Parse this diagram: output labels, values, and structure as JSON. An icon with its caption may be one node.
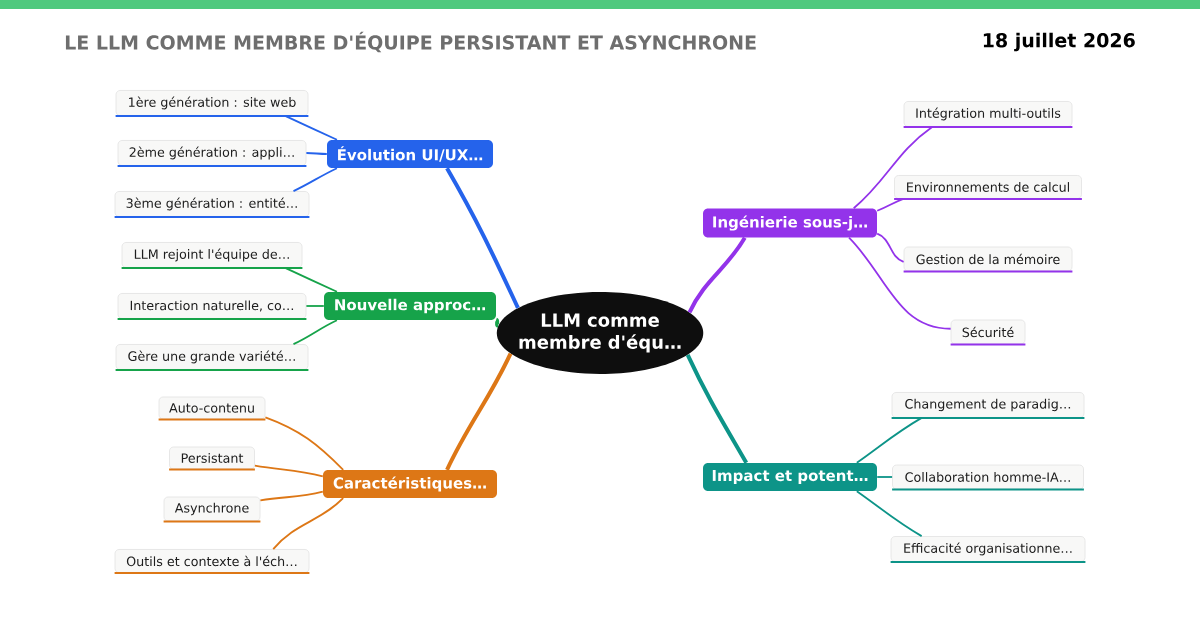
{
  "diagram": {
    "title": "LE LLM COMME MEMBRE D'ÉQUIPE PERSISTANT ET ASYNCHRONE",
    "nodes": [
      {
        "text": [
          "LLM comme membre d'équ…"
        ]
      },
      {
        "text": [
          "Évolution UI/UX…"
        ]
      },
      {
        "text": [
          "1ère génération : site web"
        ]
      },
      {
        "text": [
          "2ème génération : appli…"
        ]
      },
      {
        "text": [
          "3ème génération : entité…"
        ]
      },
      {
        "text": [
          "Nouvelle approc…"
        ]
      },
      {
        "text": [
          "LLM rejoint l'équipe de…"
        ]
      },
      {
        "text": [
          "Interaction naturelle, co…"
        ]
      },
      {
        "text": [
          "Gère une grande variété…"
        ]
      },
      {
        "text": [
          "Caractéristiques…"
        ]
      },
      {
        "text": [
          "Auto-contenu"
        ]
      },
      {
        "text": [
          "Persistant"
        ]
      },
      {
        "text": [
          "Asynchrone"
        ]
      },
      {
        "text": [
          "Outils et contexte à l'éch…"
        ]
      },
      {
        "text": [
          "Ingénierie sous-j…"
        ]
      },
      {
        "text": [
          "Intégration multi-outils"
        ]
      },
      {
        "text": [
          "Environnements de calcul"
        ]
      },
      {
        "text": [
          "Gestion de la mémoire"
        ]
      },
      {
        "text": [
          "Sécurité"
        ]
      },
      {
        "text": [
          "Impact et potent…"
        ]
      },
      {
        "text": [
          "Changement de paradig…"
        ]
      },
      {
        "text": [
          "Collaboration homme-IA…"
        ]
      },
      {
        "text": [
          "Efficacité organisationne…"
        ]
      }
    ],
    "edges": [
      {
        "from": 0,
        "to": 1,
        "arrow": "none",
        "style": "thick",
        "color": "#2563eb"
      },
      {
        "from": 1,
        "to": 2,
        "arrow": "none",
        "color": "#2563eb"
      },
      {
        "from": 1,
        "to": 3,
        "arrow": "none",
        "color": "#2563eb"
      },
      {
        "from": 1,
        "to": 4,
        "arrow": "none",
        "color": "#2563eb"
      },
      {
        "from": 0,
        "to": 5,
        "arrow": "none",
        "style": "thick",
        "color": "#16a34a"
      },
      {
        "from": 5,
        "to": 6,
        "arrow": "none",
        "color": "#16a34a"
      },
      {
        "from": 5,
        "to": 7,
        "arrow": "none",
        "color": "#16a34a"
      },
      {
        "from": 5,
        "to": 8,
        "arrow": "none",
        "color": "#16a34a"
      },
      {
        "from": 0,
        "to": 9,
        "arrow": "none",
        "style": "thick",
        "color": "#dd7716"
      },
      {
        "from": 9,
        "to": 10,
        "arrow": "none",
        "color": "#dd7716"
      },
      {
        "from": 9,
        "to": 11,
        "arrow": "none",
        "color": "#dd7716"
      },
      {
        "from": 9,
        "to": 12,
        "arrow": "none",
        "color": "#dd7716"
      },
      {
        "from": 9,
        "to": 13,
        "arrow": "none",
        "color": "#dd7716"
      },
      {
        "from": 0,
        "to": 14,
        "arrow": "none",
        "style": "thick",
        "color": "#9333ea"
      },
      {
        "from": 14,
        "to": 15,
        "arrow": "none",
        "color": "#9333ea"
      },
      {
        "from": 14,
        "to": 16,
        "arrow": "none",
        "color": "#9333ea"
      },
      {
        "from": 14,
        "to": 17,
        "arrow": "none",
        "color": "#9333ea"
      },
      {
        "from": 14,
        "to": 18,
        "arrow": "none",
        "color": "#9333ea"
      },
      {
        "from": 0,
        "to": 19,
        "arrow": "none",
        "style": "thick",
        "color": "#0d9488"
      },
      {
        "from": 19,
        "to": 20,
        "arrow": "none",
        "color": "#0d9488"
      },
      {
        "from": 19,
        "to": 21,
        "arrow": "none",
        "color": "#0d9488"
      },
      {
        "from": 19,
        "to": 22,
        "arrow": "none",
        "color": "#0d9488"
      }
    ],
    "labels": [
      "18 juillet 2026"
    ]
  }
}
